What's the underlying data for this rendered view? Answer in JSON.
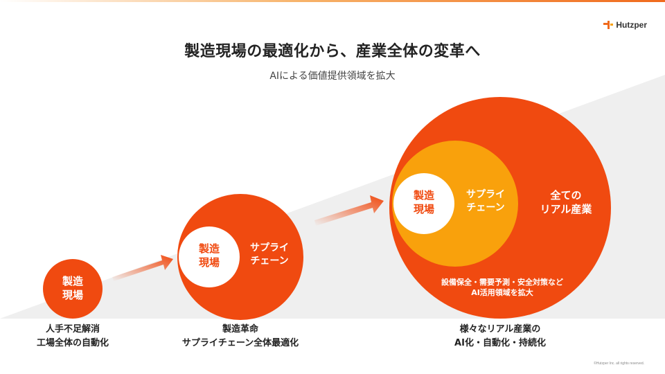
{
  "brand": {
    "name": "Hutzper"
  },
  "header": {
    "title": "製造現場の最適化から、産業全体の変革へ",
    "subtitle": "AIによる価値提供領域を拡大"
  },
  "stages": [
    {
      "inner": "製造\n現場",
      "caption": "人手不足解消\n工場全体の自動化"
    },
    {
      "inner": "製造\n現場",
      "middle": "サプライ\nチェーン",
      "caption": "製造革命\nサプライチェーン全体最適化"
    },
    {
      "inner": "製造\n現場",
      "middle": "サプライ\nチェーン",
      "outer": "全ての\nリアル産業",
      "note": "設備保全・需要予測・安全対策など\nAI活用領域を拡大",
      "caption": "様々なリアル産業の\nAI化・自動化・持続化"
    }
  ],
  "colors": {
    "red": "#f04a10",
    "orange": "#f9a10c",
    "wedge": "#eeeeee"
  },
  "footer": {
    "copyright": "©Hutzper Inc. all rights reserved."
  }
}
